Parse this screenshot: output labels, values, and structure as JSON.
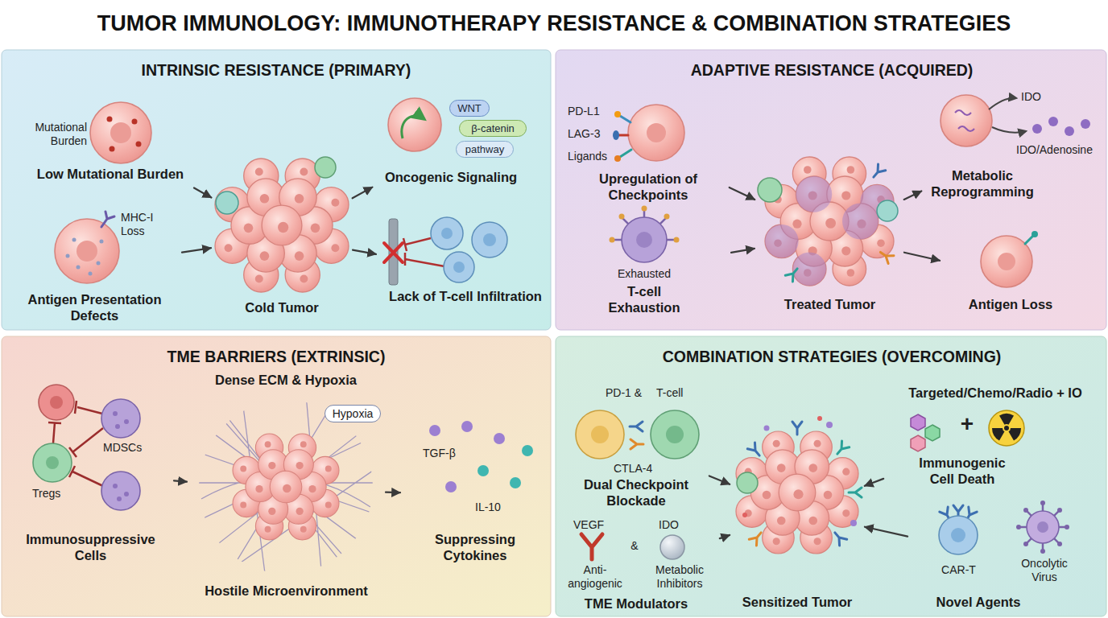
{
  "diagram": {
    "title": "TUMOR IMMUNOLOGY: IMMUNOTHERAPY RESISTANCE & COMBINATION STRATEGIES",
    "nodes": [
      {
        "text": [
          "INTRINSIC RESISTANCE (PRIMARY)"
        ]
      },
      {
        "text": [
          "Mutational Burden",
          "Low Mutational Burden"
        ],
        "in": 0
      },
      {
        "text": [
          "MHC-I Loss",
          "Antigen Presentation Defects"
        ],
        "in": 0
      },
      {
        "text": [
          "Cold Tumor"
        ],
        "in": 0
      },
      {
        "text": [
          "WNT",
          "β-catenin",
          "pathway",
          "Oncogenic Signaling"
        ],
        "in": 0
      },
      {
        "text": [
          "Lack of T-cell Infiltration"
        ],
        "in": 0
      },
      {
        "text": [
          "ADAPTIVE RESISTANCE (ACQUIRED)"
        ]
      },
      {
        "text": [
          "PD-L1",
          "LAG-3",
          "Ligands",
          "Upregulation of Checkpoints"
        ],
        "in": 6
      },
      {
        "text": [
          "Exhausted",
          "T-cell Exhaustion"
        ],
        "in": 6
      },
      {
        "text": [
          "Treated Tumor"
        ],
        "in": 6
      },
      {
        "text": [
          "IDO",
          "IDO/Adenosine",
          "Metabolic Reprogramming"
        ],
        "in": 6
      },
      {
        "text": [
          "Antigen Loss"
        ],
        "in": 6
      },
      {
        "text": [
          "TME BARRIERS (EXTRINSIC)"
        ]
      },
      {
        "text": [
          "MDSCs",
          "Tregs",
          "Immunosuppressive Cells"
        ],
        "in": 12
      },
      {
        "text": [
          "Dense ECM & Hypoxia",
          "Hypoxia",
          "Hostile Microenvironment"
        ],
        "in": 12
      },
      {
        "text": [
          "TGF-β",
          "IL-10",
          "Suppressing Cytokines"
        ],
        "in": 12
      },
      {
        "text": [
          "COMBINATION STRATEGIES (OVERCOMING)"
        ]
      },
      {
        "text": [
          "PD-1 &",
          "T-cell",
          "CTLA-4",
          "Dual Checkpoint Blockade"
        ],
        "in": 16
      },
      {
        "text": [
          "Targeted/Chemo/Radio + IO",
          "+",
          "Immunogenic Cell Death"
        ],
        "in": 16
      },
      {
        "text": [
          "VEGF",
          "Anti-angiogenic",
          "&",
          "IDO",
          "Metabolic Inhibitors",
          "TME Modulators"
        ],
        "in": 16
      },
      {
        "text": [
          "Sensitized Tumor"
        ],
        "in": 16
      },
      {
        "text": [
          "CAR-T",
          "Oncolytic Virus",
          "Novel Agents"
        ],
        "in": 16
      }
    ],
    "edges": [
      {
        "from": 1,
        "to": 3,
        "arrow": "to"
      },
      {
        "from": 2,
        "to": 3,
        "arrow": "to"
      },
      {
        "from": 3,
        "to": 4,
        "arrow": "to"
      },
      {
        "from": 3,
        "to": 5,
        "arrow": "to"
      },
      {
        "from": 7,
        "to": 9,
        "arrow": "to"
      },
      {
        "from": 8,
        "to": 9,
        "arrow": "to"
      },
      {
        "from": 9,
        "to": 10,
        "arrow": "to"
      },
      {
        "from": 9,
        "to": 11,
        "arrow": "to"
      },
      {
        "from": 13,
        "to": 14,
        "arrow": "to"
      },
      {
        "from": 14,
        "to": 15,
        "arrow": "to"
      },
      {
        "from": 17,
        "to": 20,
        "arrow": "to"
      },
      {
        "from": 18,
        "to": 20,
        "arrow": "to"
      },
      {
        "from": 19,
        "to": 20,
        "arrow": "to"
      },
      {
        "from": 21,
        "to": 20,
        "arrow": "to"
      }
    ]
  }
}
